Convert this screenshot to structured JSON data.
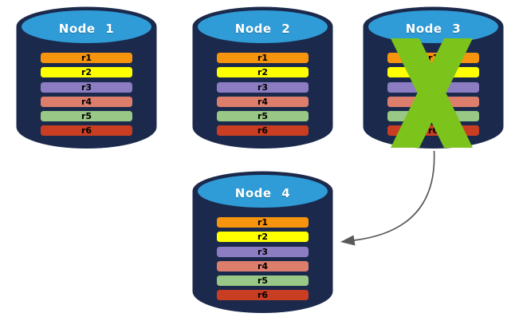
{
  "palette": {
    "background": "#FFFFFF",
    "cylinder_body": "#1B2A4C",
    "cylinder_top": "#2F9CD7",
    "node_label_color": "#FFFFFF",
    "row_label_color": "#000000",
    "cross_color": "#7CC31C",
    "arrow_color": "#595959"
  },
  "nodes": [
    {
      "label": "Node 1",
      "crossed_out": false,
      "rows": [
        {
          "label": "r1",
          "color": "#F7940E"
        },
        {
          "label": "r2",
          "color": "#FFFF00"
        },
        {
          "label": "r3",
          "color": "#8C7CC2"
        },
        {
          "label": "r4",
          "color": "#DD7E6C"
        },
        {
          "label": "r5",
          "color": "#99C785"
        },
        {
          "label": "r6",
          "color": "#C93D22"
        }
      ]
    },
    {
      "label": "Node 2",
      "crossed_out": false,
      "rows": [
        {
          "label": "r1",
          "color": "#F7940E"
        },
        {
          "label": "r2",
          "color": "#FFFF00"
        },
        {
          "label": "r3",
          "color": "#8C7CC2"
        },
        {
          "label": "r4",
          "color": "#DD7E6C"
        },
        {
          "label": "r5",
          "color": "#99C785"
        },
        {
          "label": "r6",
          "color": "#C93D22"
        }
      ]
    },
    {
      "label": "Node 3",
      "crossed_out": true,
      "rows": [
        {
          "label": "r1",
          "color": "#F7940E"
        },
        {
          "label": "r2",
          "color": "#FFFF00"
        },
        {
          "label": "r3",
          "color": "#8C7CC2"
        },
        {
          "label": "r4",
          "color": "#DD7E6C"
        },
        {
          "label": "r5",
          "color": "#99C785"
        },
        {
          "label": "r6",
          "color": "#C93D22"
        }
      ]
    },
    {
      "label": "Node 4",
      "crossed_out": false,
      "rows": [
        {
          "label": "r1",
          "color": "#F7940E"
        },
        {
          "label": "r2",
          "color": "#FFFF00"
        },
        {
          "label": "r3",
          "color": "#8C7CC2"
        },
        {
          "label": "r4",
          "color": "#DD7E6C"
        },
        {
          "label": "r5",
          "color": "#99C785"
        },
        {
          "label": "r6",
          "color": "#C93D22"
        }
      ]
    }
  ],
  "cross": {
    "node": "Node 3"
  },
  "arrow": {
    "from": "Node 3",
    "to": "Node 4"
  }
}
